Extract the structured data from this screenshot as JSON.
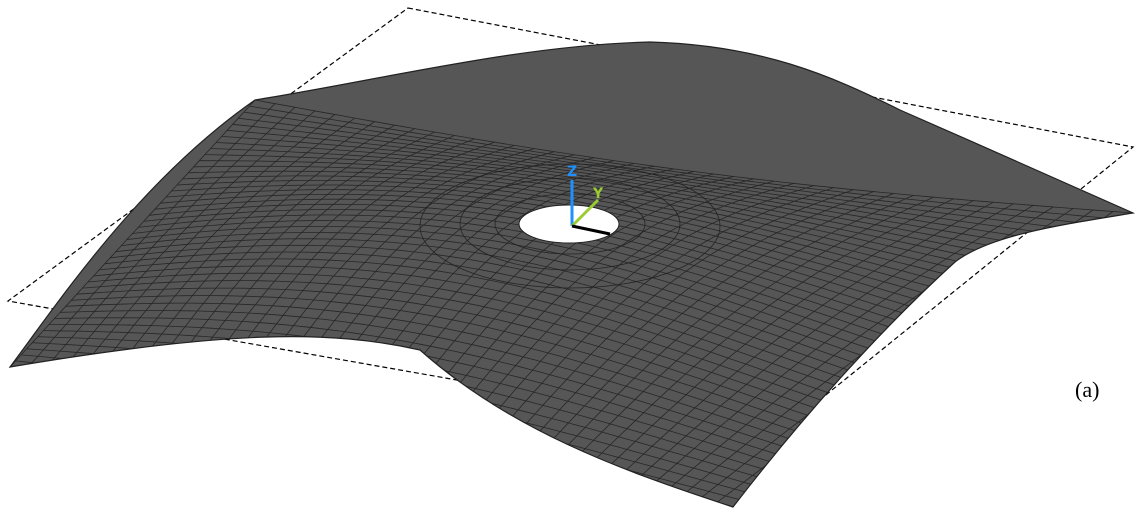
{
  "panel_label": "(a)",
  "triad": {
    "z_label": "Z",
    "y_label": "Y"
  },
  "colors": {
    "mesh_fill": "#565656",
    "mesh_lines": "#1f1f1f",
    "undeformed_outline": "#000000",
    "hole": "#ffffff",
    "z_axis": "#1e90ff",
    "y_axis": "#9acd32",
    "x_axis": "#000000"
  },
  "mesh": {
    "divisions_u": 44,
    "divisions_v": 44
  }
}
